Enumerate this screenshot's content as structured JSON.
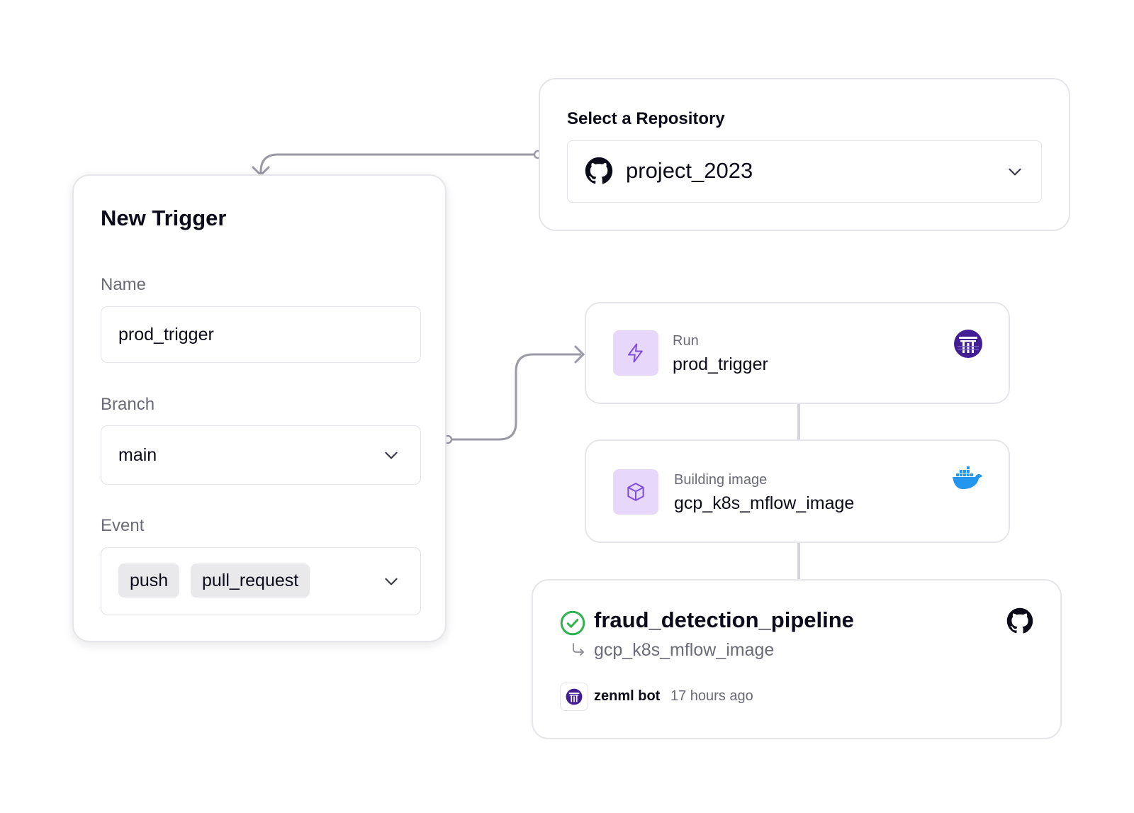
{
  "trigger": {
    "title": "New Trigger",
    "name_label": "Name",
    "name_value": "prod_trigger",
    "branch_label": "Branch",
    "branch_value": "main",
    "event_label": "Event",
    "events": [
      "push",
      "pull_request"
    ]
  },
  "repository": {
    "title": "Select a Repository",
    "value": "project_2023",
    "icon": "github-icon"
  },
  "run": {
    "label": "Run",
    "value": "prod_trigger",
    "icon": "lightning-icon",
    "badge_icon": "zenml-icon"
  },
  "build": {
    "label": "Building image",
    "value": "gcp_k8s_mflow_image",
    "icon": "cube-icon",
    "badge_icon": "docker-icon"
  },
  "pipeline": {
    "name": "fraud_detection_pipeline",
    "image": "gcp_k8s_mflow_image",
    "author": "zenml bot",
    "time": "17 hours ago",
    "status": "success",
    "badge_icon": "github-icon"
  },
  "colors": {
    "accent_purple": "#7c4ddb",
    "icon_bg": "#e6d7fb",
    "success_green": "#2fb34f",
    "docker_blue": "#2496ed",
    "zenml_purple": "#431d93",
    "connector_gray": "#9a9aa6"
  }
}
